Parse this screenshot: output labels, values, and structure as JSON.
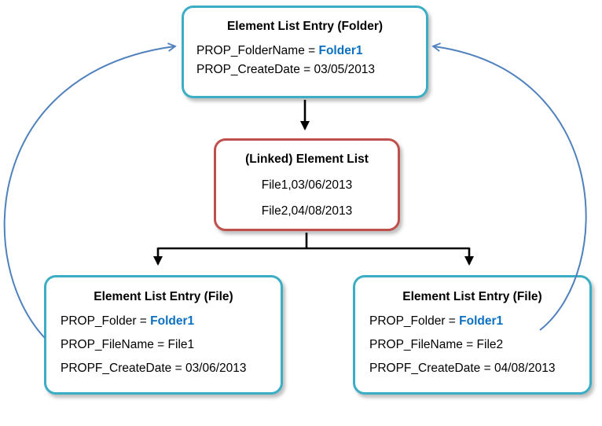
{
  "diagram": {
    "colors": {
      "teal_border": "#3BAEC6",
      "red_border": "#C0504D",
      "highlight_blue": "#0B6FC2",
      "ref_arrow_blue": "#4F81BD",
      "flow_arrow_black": "#000000"
    },
    "folder_node": {
      "title": "Element List Entry (Folder)",
      "line1_prefix": "PROP_FolderName = ",
      "line1_value": "Folder1",
      "line2": "PROP_CreateDate = 03/05/2013"
    },
    "list_node": {
      "title": "(Linked) Element List",
      "line1": "File1,03/06/2013",
      "line2": "File2,04/08/2013"
    },
    "file1_node": {
      "title": "Element List Entry (File)",
      "line1_prefix": "PROP_Folder = ",
      "line1_value": "Folder1",
      "line2": "PROP_FileName = File1",
      "line3": "PROPF_CreateDate = 03/06/2013"
    },
    "file2_node": {
      "title": "Element List Entry (File)",
      "line1_prefix": "PROP_Folder = ",
      "line1_value": "Folder1",
      "line2": "PROP_FileName = File2",
      "line3": "PROPF_CreateDate = 04/08/2013"
    }
  }
}
